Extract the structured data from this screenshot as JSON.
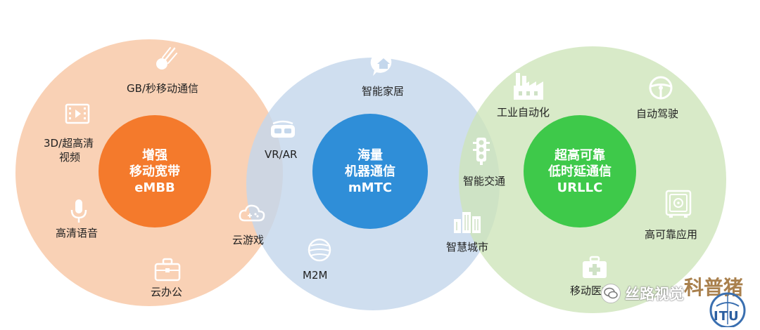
{
  "diagram": {
    "embb": {
      "core_lines": [
        "增强",
        "移动宽带",
        "eMBB"
      ],
      "color": "#f47a2c",
      "labels": {
        "gbps": "GB/秒移动通信",
        "hd_video_1": "3D/超高清",
        "hd_video_2": "视频",
        "voice": "高清语音",
        "cloud_office": "云办公",
        "cloud_game": "云游戏"
      }
    },
    "mmtc": {
      "core_lines": [
        "海量",
        "机器通信",
        "mMTC"
      ],
      "color": "#2f8ed8",
      "labels": {
        "smart_home": "智能家居",
        "vr_ar": "VR/AR",
        "smart_traffic": "智能交通",
        "smart_city": "智慧城市",
        "m2m": "M2M"
      }
    },
    "urllc": {
      "core_lines": [
        "超高可靠",
        "低时延通信",
        "URLLC"
      ],
      "color": "#3ec94a",
      "labels": {
        "industrial_automation": "工业自动化",
        "auto_driving": "自动驾驶",
        "high_reliability_apps": "高可靠应用",
        "mobile_health": "移动医疗"
      }
    }
  },
  "watermark": {
    "account": "丝路视觉",
    "overlay": "科普猪",
    "logo": "ITU"
  }
}
